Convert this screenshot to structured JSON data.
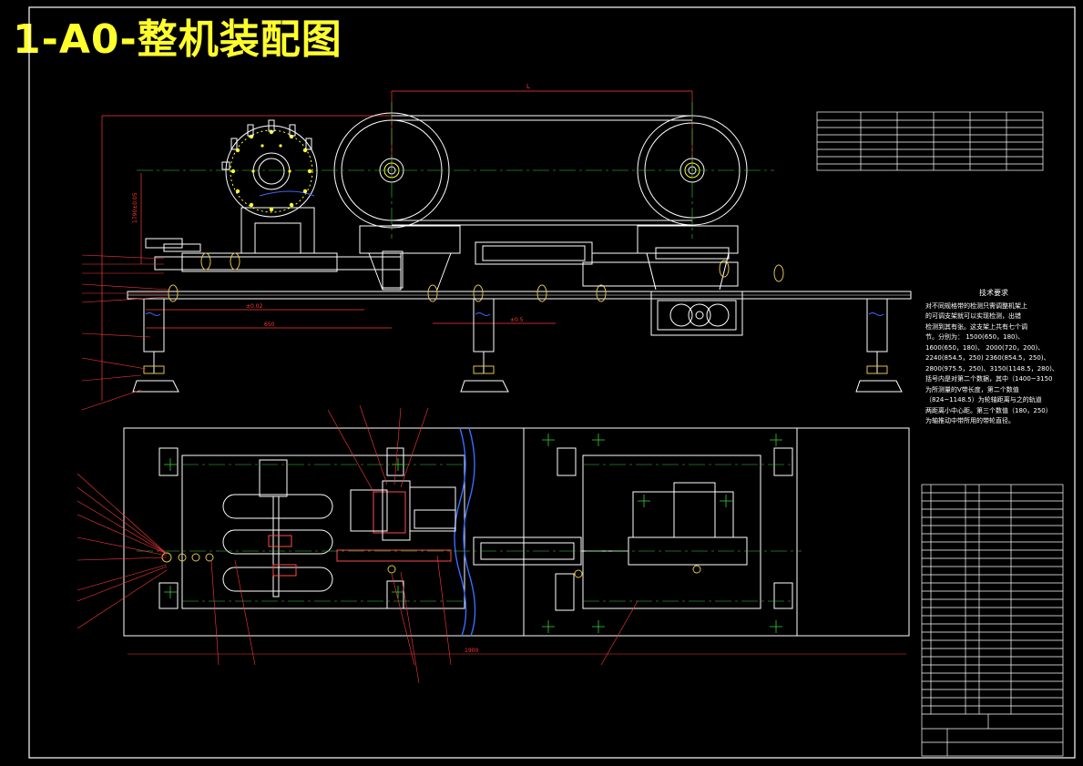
{
  "title": "1-A0-整机装配图",
  "colors": {
    "background": "#000000",
    "title": "#ffff2e",
    "outline": "#ffffff",
    "center_line": "#37d337",
    "dimension": "#ff3a3a",
    "hatch": "#ff4a4a",
    "break_line": "#3a6cff",
    "holes": "#ffff2e",
    "fastener": "#e0c24a"
  },
  "tech_requirements": {
    "heading": "技术要求",
    "lines": [
      "对不同规格带的检测只需调整机架上",
      "的可调支架就可以实现检测，出错",
      "检测到其有张。这支架上共有七个调",
      "节。分别为：   1500(650，180)、",
      "1600(650，180)、   2000(720，200)、",
      "2240(854.5，250)  2360(854.5，250)、",
      "2800(975.5，250)、3150(1148.5，280)、",
      "括号内是对第二个数据，其中（1400~3150",
      "为所测量的V带长度，第二个数值",
      "（824~1148.5）为轮轴距离与之的轨道",
      "两距离小中心距。第三个数值（180，250）",
      "为轴推动中带所用的带轮直径。"
    ]
  },
  "dimensions": {
    "top_span": "L",
    "left_height": "1790±0.05",
    "lower_dim_a": "±0.02",
    "lower_dim_b": "650",
    "mid_span": "±0.5",
    "plan_width": "1900"
  }
}
